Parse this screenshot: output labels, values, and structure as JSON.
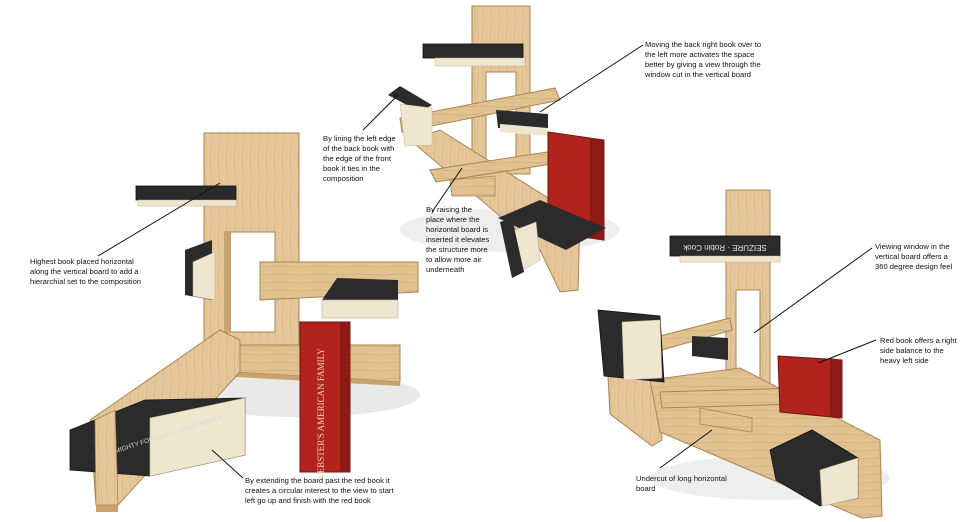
{
  "colors": {
    "wood": "#e6c79b",
    "wood_shade": "#c9a26e",
    "wood_edge": "#a98552",
    "book_black": "#2b2b2b",
    "book_red": "#b3231d",
    "pages": "#efe6cf",
    "leader": "#111111"
  },
  "books": {
    "spine_webster": "WEBSTER'S AMERICAN FAMILY",
    "spine_david": "A MIGHTY FORTRESS · DAVID WEBER",
    "spine_seizure": "SEIZURE · Robin Cook"
  },
  "annotations": {
    "highest_book": "Highest book placed horizontal along the vertical board to add a hierarchial set to the composition",
    "extending_board": "By extending the board past the red book it creates a circular interest to the view to start left go up and finish with the red book",
    "lining_edge": "By lining the left edge of the back book with the edge of the front book it ties in the composition",
    "raising_place": "By raising the place where the horizontal board is inserted it elevates the structure more to allow more air underneath",
    "moving_back_book": "Moving the back right book over to the left more activates the space better by giving a view through the window cut in the vertical board",
    "viewing_window": "Viewing window in the vertical board offers a 360 degree design feel",
    "red_book_balance": "Red book offers a right side balance to the heavy left side",
    "undercut": "Undercut of long horizontal board"
  }
}
